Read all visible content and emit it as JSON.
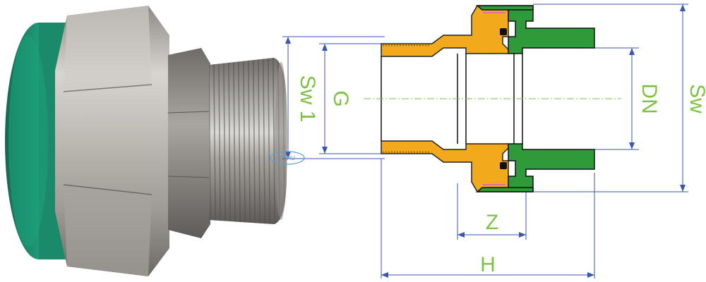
{
  "labels": {
    "sw1": "Sw 1",
    "g": "G",
    "dn": "DN",
    "sw": "Sw",
    "z": "Z",
    "h": "H"
  },
  "watermark": "YTHU",
  "colors": {
    "label_green": "#7dc242",
    "brass_orange": "#f2a91c",
    "ppr_green": "#2f9a3a",
    "dimension_blue": "#3a56b0",
    "centerline_green": "#7dc242"
  }
}
